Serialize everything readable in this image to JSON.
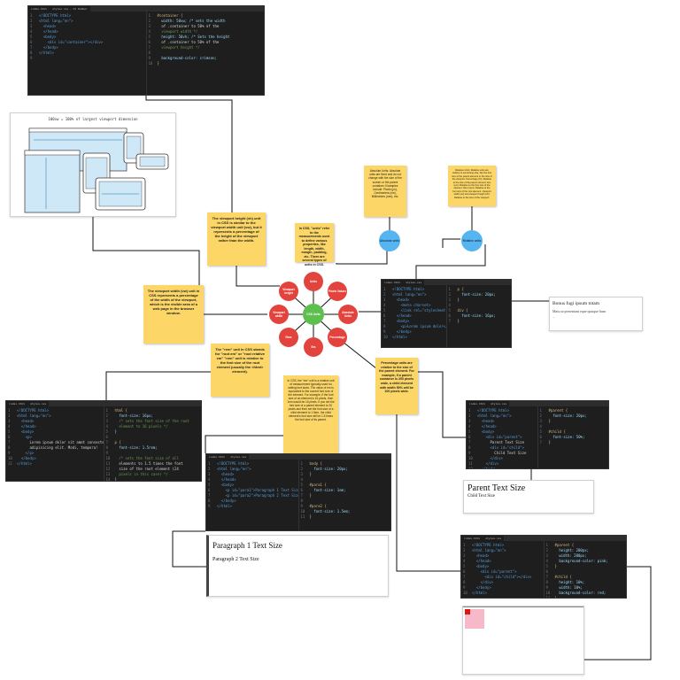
{
  "top_editor": {
    "tabs": [
      "index.html",
      "styles.css — VS Number"
    ],
    "html_lines": [
      {
        "n": "1",
        "t": "<!DOCTYPE html>"
      },
      {
        "n": "2",
        "t": "<html lang=\"en\">"
      },
      {
        "n": "3",
        "t": "  <head>"
      },
      {
        "n": "4",
        "t": "  </head>"
      },
      {
        "n": "5",
        "t": "  <body>"
      },
      {
        "n": "6",
        "t": "    <div id=\"container\"></div>"
      },
      {
        "n": "7",
        "t": "  </body>"
      },
      {
        "n": "8",
        "t": "</html>"
      },
      {
        "n": "9",
        "t": ""
      }
    ],
    "css_lines": [
      {
        "n": "1",
        "t": "#container {"
      },
      {
        "n": "2",
        "t": "  width: 50vw; /* sets the width"
      },
      {
        "n": "3",
        "t": "  of .container to 50% of the"
      },
      {
        "n": "4",
        "t": "  viewport width */"
      },
      {
        "n": "5",
        "t": "  height: 50vh; /* Sets the height"
      },
      {
        "n": "6",
        "t": "  of .container to 50% of the"
      },
      {
        "n": "7",
        "t": "  viewport height */"
      },
      {
        "n": "8",
        "t": ""
      },
      {
        "n": "9",
        "t": "  background-color: crimson;"
      },
      {
        "n": "10",
        "t": "}"
      }
    ]
  },
  "viewport_diagram": {
    "title": "100vw = 100% of largest viewport dimension"
  },
  "notes": {
    "vh": "The viewport height (vh) unit in CSS is similar to the viewport width unit (vw), but it represents a percentage of the height of the viewport rather than the width.",
    "units_intro": "In CSS, \"units\" refer to the measurements used to define various properties, like length, width, margin, padding, etc. There are several types of units in CSS.",
    "vw": "The viewport width (vw) unit in CSS represents a percentage of the width of the viewport, which is the visible area of a web page in the browser window.",
    "rem": "The \"rem\" unit in CSS stands for \"root em\" or \"root relative em\" \"rem\" unit is relative to the font size of the root element (usually the <html> element).",
    "em": "In CSS, the \"em\" unit is a relative unit of measurement typically used for setting font sizes. The value of em is equivalent to the current font size of the element. For example, if the font size of an element is 16 pixels, then 1em would be 16 pixels. If you set the font size of a parent element to 20 pixels and then set the font size of a child element to 1.5em, the child element's font size will be 1.5 times the font size of its parent.",
    "percentage": "Percentage units are relative to the size of the parent element. For example, if a parent container is 200 pixels wide, a child element with width 50% will be 100 pixels wide.",
    "absolute": "Absolute Units: Absolute units are fixed and do not change with the size of the screen or the parent container. Examples include: Pixels (px), Centimeters (cm), Millimeters (mm), etc.",
    "relative": "Relative Units: Relative units are relative to something else, like the font size of the parent element or the size of the viewport. Percentage (%): Relative to the size of the parent element. Em (em): Relative to the font size of the element. Rem (rem): Relative to the font size of the root element. Viewport width (vw) and viewport height (vh): Relative to the size of the viewport."
  },
  "mindmap": {
    "center": "CSS Units",
    "nodes": [
      "Units",
      "Pixels Values",
      "Absolute Units",
      "Percentage",
      "Em",
      "Rem",
      "Viewport width",
      "Viewport height"
    ],
    "absolute_circle": "Absolute units",
    "relative_circle": "Relative units"
  },
  "px_editor": {
    "tabs": [
      "index.html",
      "styles.css"
    ],
    "html_lines": [
      {
        "n": "1",
        "t": "<!DOCTYPE html>"
      },
      {
        "n": "2",
        "t": "<html lang=\"en\">"
      },
      {
        "n": "3",
        "t": "  <head>"
      },
      {
        "n": "4",
        "t": "    <meta charset>"
      },
      {
        "n": "5",
        "t": "    <link rel=\"stylesheet\">"
      },
      {
        "n": "6",
        "t": "  </head>"
      },
      {
        "n": "7",
        "t": "  <body>"
      },
      {
        "n": "8",
        "t": "    <p>Lorem ipsum dolor</p>"
      },
      {
        "n": "9",
        "t": "  </body>"
      },
      {
        "n": "10",
        "t": "</html>"
      }
    ],
    "css_lines": [
      {
        "n": "1",
        "t": "p {"
      },
      {
        "n": "2",
        "t": "  font-size: 20px;"
      },
      {
        "n": "3",
        "t": "}"
      },
      {
        "n": "4",
        "t": ""
      },
      {
        "n": "5",
        "t": "div {"
      },
      {
        "n": "6",
        "t": "  font-size: 16px;"
      },
      {
        "n": "7",
        "t": "}"
      }
    ]
  },
  "px_preview": {
    "heading": "Bonus fugi ipsum totam",
    "line1": "Maiu ut presentant eque quisque hum",
    "line2": "..."
  },
  "rem_editor": {
    "tabs": [
      "index.html",
      "styles.css"
    ],
    "html_lines": [
      {
        "n": "1",
        "t": "<!DOCTYPE html>"
      },
      {
        "n": "2",
        "t": "<html lang=\"en\">"
      },
      {
        "n": "3",
        "t": "  <head>"
      },
      {
        "n": "4",
        "t": "  </head>"
      },
      {
        "n": "5",
        "t": "  <body>"
      },
      {
        "n": "6",
        "t": "    <p>"
      },
      {
        "n": "7",
        "t": "      Lorem ipsum dolor sit amet consectetur"
      },
      {
        "n": "8",
        "t": "      adipisicing elit. Modi, tempora!"
      },
      {
        "n": "9",
        "t": "    </p>"
      },
      {
        "n": "10",
        "t": "  </body>"
      },
      {
        "n": "11",
        "t": "</html>"
      }
    ],
    "css_lines": [
      {
        "n": "1",
        "t": "html {"
      },
      {
        "n": "2",
        "t": "  font-size: 16px;"
      },
      {
        "n": "3",
        "t": "  /* sets the font size of the root"
      },
      {
        "n": "4",
        "t": "  element to 16 pixels */"
      },
      {
        "n": "5",
        "t": "}"
      },
      {
        "n": "6",
        "t": ""
      },
      {
        "n": "7",
        "t": "p {"
      },
      {
        "n": "8",
        "t": "  font-size: 1.5rem;"
      },
      {
        "n": "9",
        "t": ""
      },
      {
        "n": "10",
        "t": "  /* sets the font size of all"
      },
      {
        "n": "11",
        "t": "  elements to 1.5 times the font"
      },
      {
        "n": "12",
        "t": "  size of the root element (24"
      },
      {
        "n": "13",
        "t": "  pixels in this case) */"
      },
      {
        "n": "14",
        "t": "}"
      }
    ]
  },
  "em_editor": {
    "tabs": [
      "index.html",
      "styles.css"
    ],
    "html_lines": [
      {
        "n": "1",
        "t": "<!DOCTYPE html>"
      },
      {
        "n": "2",
        "t": "<html lang=\"en\">"
      },
      {
        "n": "3",
        "t": "  <head>"
      },
      {
        "n": "4",
        "t": "  </head>"
      },
      {
        "n": "5",
        "t": "  <body>"
      },
      {
        "n": "6",
        "t": "    <p id=\"para1\">Paragraph 1 Text Size</p>"
      },
      {
        "n": "7",
        "t": "    <p id=\"para2\">Paragraph 2 Text Size</p>"
      },
      {
        "n": "8",
        "t": "  </body>"
      },
      {
        "n": "9",
        "t": "</html>"
      }
    ],
    "css_lines": [
      {
        "n": "1",
        "t": "body {"
      },
      {
        "n": "2",
        "t": "  font-size: 20px;"
      },
      {
        "n": "3",
        "t": "}"
      },
      {
        "n": "4",
        "t": ""
      },
      {
        "n": "5",
        "t": "#para1 {"
      },
      {
        "n": "6",
        "t": "  font-size: 1em;"
      },
      {
        "n": "7",
        "t": "}"
      },
      {
        "n": "8",
        "t": ""
      },
      {
        "n": "9",
        "t": "#para2 {"
      },
      {
        "n": "10",
        "t": "  font-size: 1.5em;"
      },
      {
        "n": "11",
        "t": "}"
      }
    ]
  },
  "em_preview": {
    "p1": "Paragraph 1 Text Size",
    "p2": "Paragraph 2 Text Size"
  },
  "pct_editor": {
    "tabs": [
      "index.html",
      "styles.css"
    ],
    "html_lines": [
      {
        "n": "1",
        "t": "<!DOCTYPE html>"
      },
      {
        "n": "2",
        "t": "<html lang=\"en\">"
      },
      {
        "n": "3",
        "t": "  <head>"
      },
      {
        "n": "4",
        "t": "  </head>"
      },
      {
        "n": "5",
        "t": "  <body>"
      },
      {
        "n": "6",
        "t": "    <div id=\"parent\">"
      },
      {
        "n": "7",
        "t": "      Parent Text Size"
      },
      {
        "n": "8",
        "t": "      <div id=\"child\">"
      },
      {
        "n": "9",
        "t": "        Child Text Size"
      },
      {
        "n": "10",
        "t": "      </div>"
      },
      {
        "n": "11",
        "t": "    </div>"
      },
      {
        "n": "12",
        "t": "  </body>"
      },
      {
        "n": "13",
        "t": "</html>"
      }
    ],
    "css_lines": [
      {
        "n": "1",
        "t": "#parent {"
      },
      {
        "n": "2",
        "t": "  font-size: 20px;"
      },
      {
        "n": "3",
        "t": "}"
      },
      {
        "n": "4",
        "t": ""
      },
      {
        "n": "5",
        "t": "#child {"
      },
      {
        "n": "6",
        "t": "  font-size: 50%;"
      },
      {
        "n": "7",
        "t": "}"
      }
    ]
  },
  "pct_preview": {
    "parent": "Parent Text Size",
    "child": "Child Text Size"
  },
  "vw_editor": {
    "tabs": [
      "index.html",
      "styles.css"
    ],
    "html_lines": [
      {
        "n": "1",
        "t": "<!DOCTYPE html>"
      },
      {
        "n": "2",
        "t": "<html lang=\"en\">"
      },
      {
        "n": "3",
        "t": "  <head>"
      },
      {
        "n": "4",
        "t": "  </head>"
      },
      {
        "n": "5",
        "t": "  <body>"
      },
      {
        "n": "6",
        "t": "    <div id=\"parent\">"
      },
      {
        "n": "7",
        "t": "      <div id=\"child\"></div>"
      },
      {
        "n": "8",
        "t": "    </div>"
      },
      {
        "n": "9",
        "t": "  </body>"
      },
      {
        "n": "10",
        "t": "</html>"
      }
    ],
    "css_lines": [
      {
        "n": "1",
        "t": "#parent {"
      },
      {
        "n": "2",
        "t": "  height: 200px;"
      },
      {
        "n": "3",
        "t": "  width: 200px;"
      },
      {
        "n": "4",
        "t": "  background-color: pink;"
      },
      {
        "n": "5",
        "t": "}"
      },
      {
        "n": "6",
        "t": ""
      },
      {
        "n": "7",
        "t": "#child {"
      },
      {
        "n": "8",
        "t": "  height: 10%;"
      },
      {
        "n": "9",
        "t": "  width: 10%;"
      },
      {
        "n": "10",
        "t": "  background-color: red;"
      },
      {
        "n": "11",
        "t": "}"
      }
    ]
  },
  "colors": {
    "note": "#fcd667",
    "red_node": "#e2443d",
    "green_center": "#5cbf4e",
    "blue_node": "#56b4f0",
    "editor_bg": "#1e1e1e",
    "viewport_blue": "#cfe8f7",
    "pink": "#f7b8c8",
    "red": "#e51010"
  }
}
